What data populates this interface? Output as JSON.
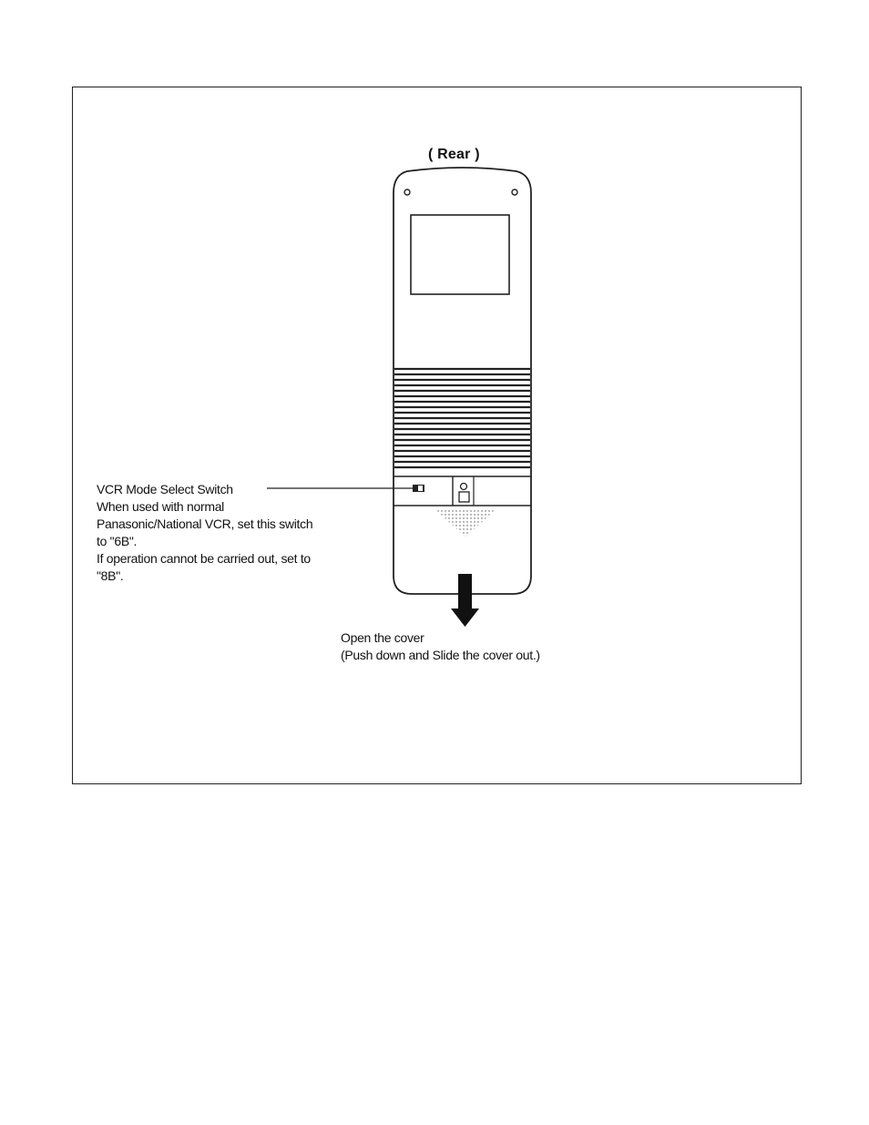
{
  "diagram": {
    "title": "( Rear )",
    "switch_callout": {
      "lines": [
        "VCR Mode Select Switch",
        "When used with normal",
        "Panasonic/National VCR, set this switch",
        "to \"6B\".",
        "If operation cannot be carried out, set to",
        "\"8B\"."
      ]
    },
    "cover_callout": {
      "lines": [
        "Open the cover",
        "(Push down and Slide the cover out.)"
      ]
    }
  }
}
